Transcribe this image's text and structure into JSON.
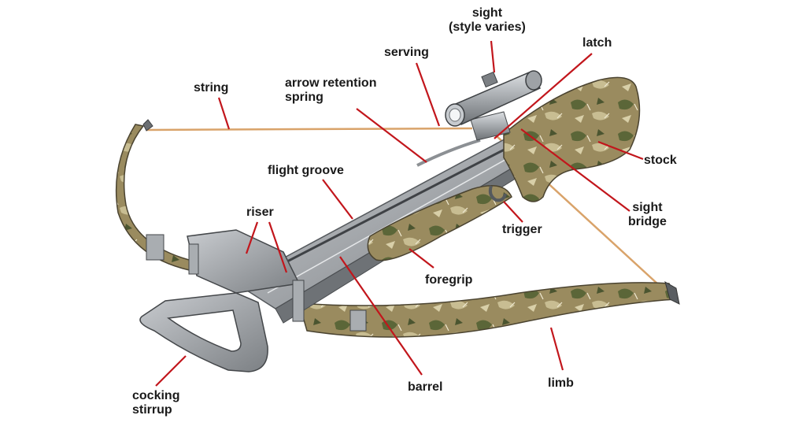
{
  "diagram": {
    "labels": {
      "sight": [
        "sight",
        "(style varies)"
      ],
      "serving": "serving",
      "latch": "latch",
      "string": "string",
      "arrow_retention_spring": [
        "arrow retention",
        "spring"
      ],
      "stock": "stock",
      "flight_groove": "flight groove",
      "sight_bridge": [
        "sight",
        "bridge"
      ],
      "riser": "riser",
      "trigger": "trigger",
      "foregrip": "foregrip",
      "cocking_stirrup": [
        "cocking",
        "stirrup"
      ],
      "barrel": "barrel",
      "limb": "limb"
    },
    "colors": {
      "leader_line": "#c2161c",
      "string": "#d9a36a",
      "camo_base": "#9a8a5e",
      "camo_dark": "#4f5a32",
      "camo_light": "#c9bd93",
      "metal": "#9ea2a6",
      "metal_dark": "#6b6f73",
      "metal_light": "#d6d9dc"
    }
  }
}
